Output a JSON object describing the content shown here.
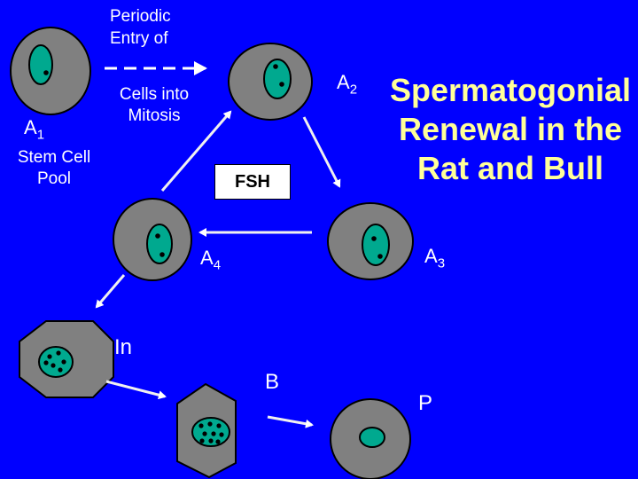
{
  "title": {
    "lines": [
      "Spermatogonial",
      "Renewal in the",
      "Rat and Bull"
    ]
  },
  "labels": {
    "periodic_entry": [
      "Periodic",
      "Entry of"
    ],
    "cells_into_mitosis": [
      "Cells into",
      "Mitosis"
    ],
    "a1": "A",
    "a1_sub": "1",
    "stem_cell_pool": [
      "Stem Cell",
      "Pool"
    ],
    "a2": "A",
    "a2_sub": "2",
    "fsh": "FSH",
    "a3": "A",
    "a3_sub": "3",
    "a4": "A",
    "a4_sub": "4",
    "in": "In",
    "b": "B",
    "p": "P"
  },
  "colors": {
    "background": "#0000ff",
    "title": "#ffff99",
    "cell": "#808080",
    "nucleus": "#00a98f",
    "label": "#ffffff"
  }
}
